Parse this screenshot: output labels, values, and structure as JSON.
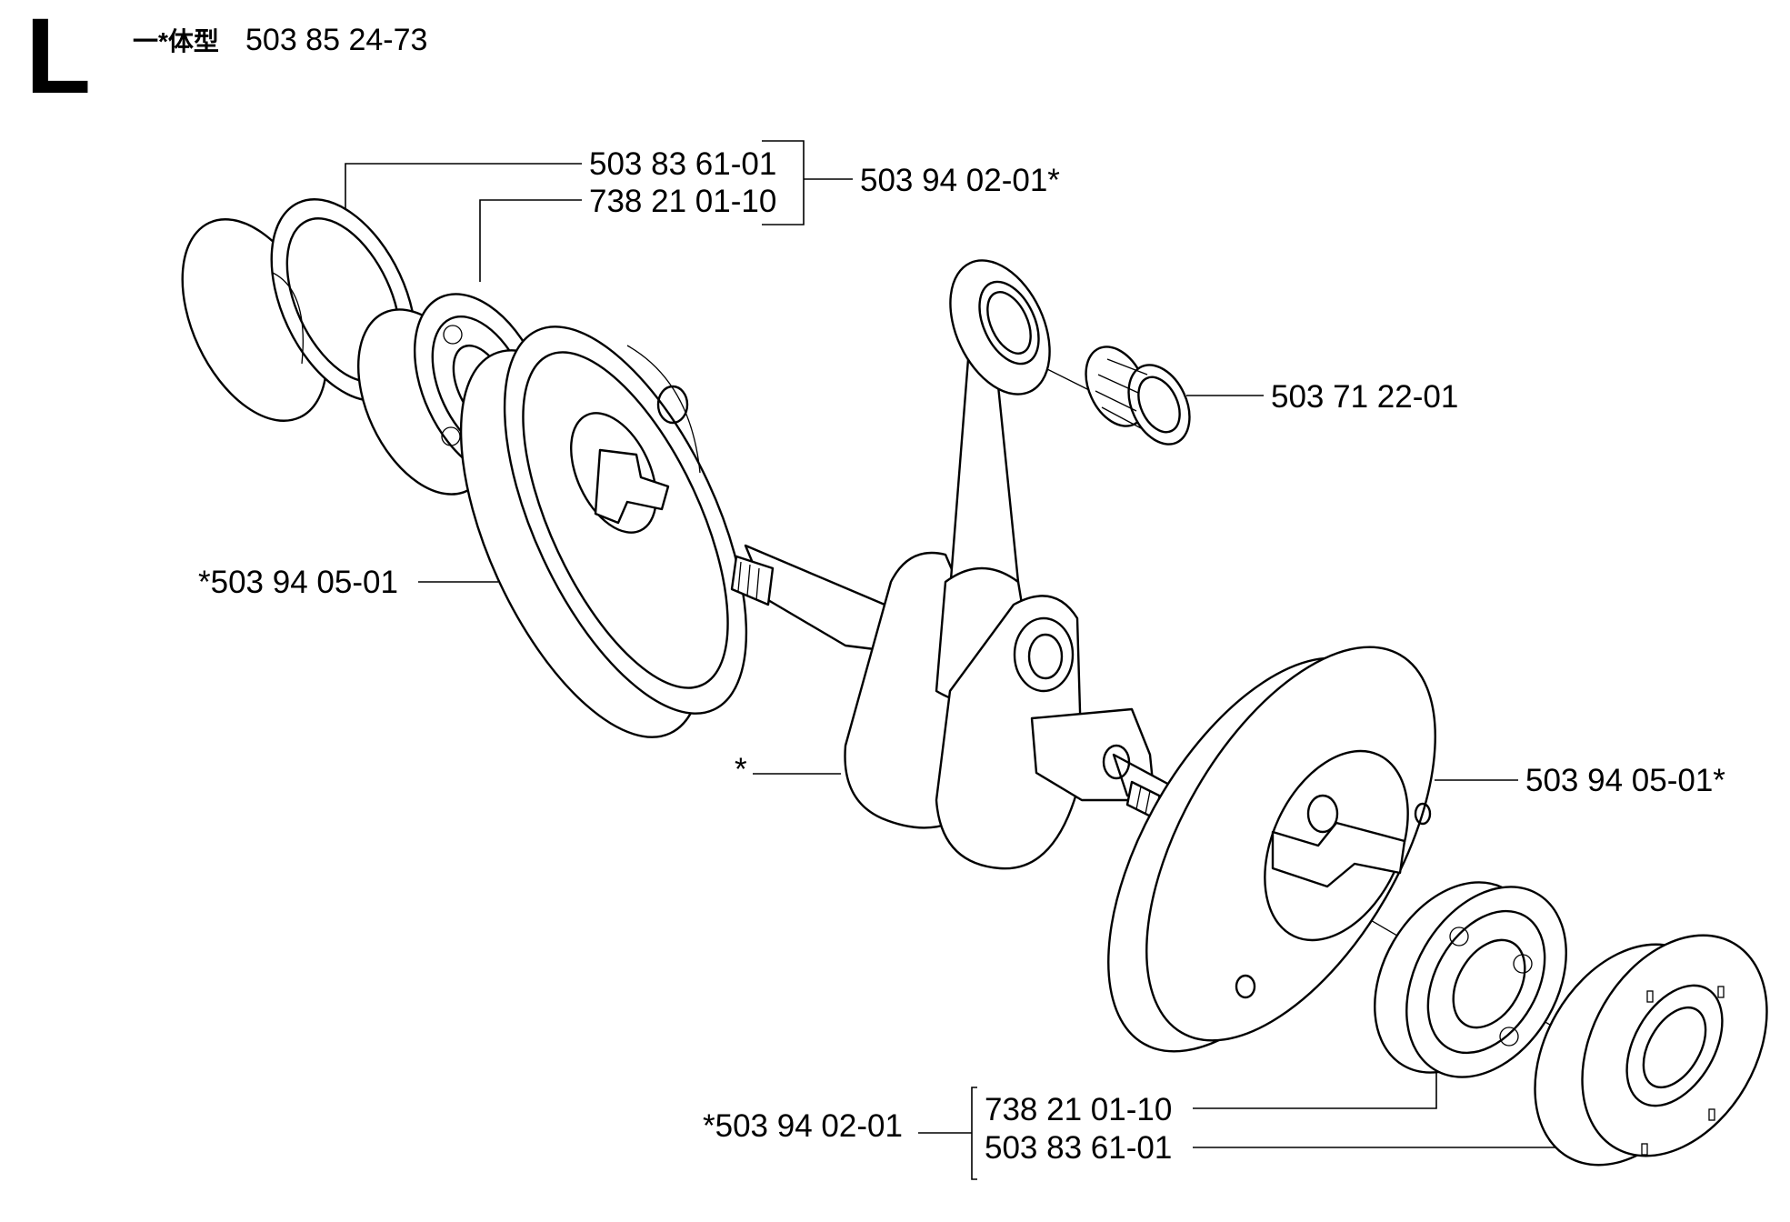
{
  "header": {
    "section_letter": "L",
    "symbol": "一*体型",
    "assembly_code": "503 85 24-73"
  },
  "labels": {
    "bearing_left_outer": "503 83 61-01",
    "bearing_left_inner": "738 21 01-10",
    "kit_left": "503 94 02-01*",
    "needle_bearing": "503 71 22-01",
    "crank_half_left": "*503 94 05-01",
    "crankshaft_star": "*",
    "crank_half_right": "503 94 05-01*",
    "kit_right": "*503 94 02-01",
    "bearing_right_inner": "738 21 01-10",
    "bearing_right_outer": "503 83 61-01"
  }
}
